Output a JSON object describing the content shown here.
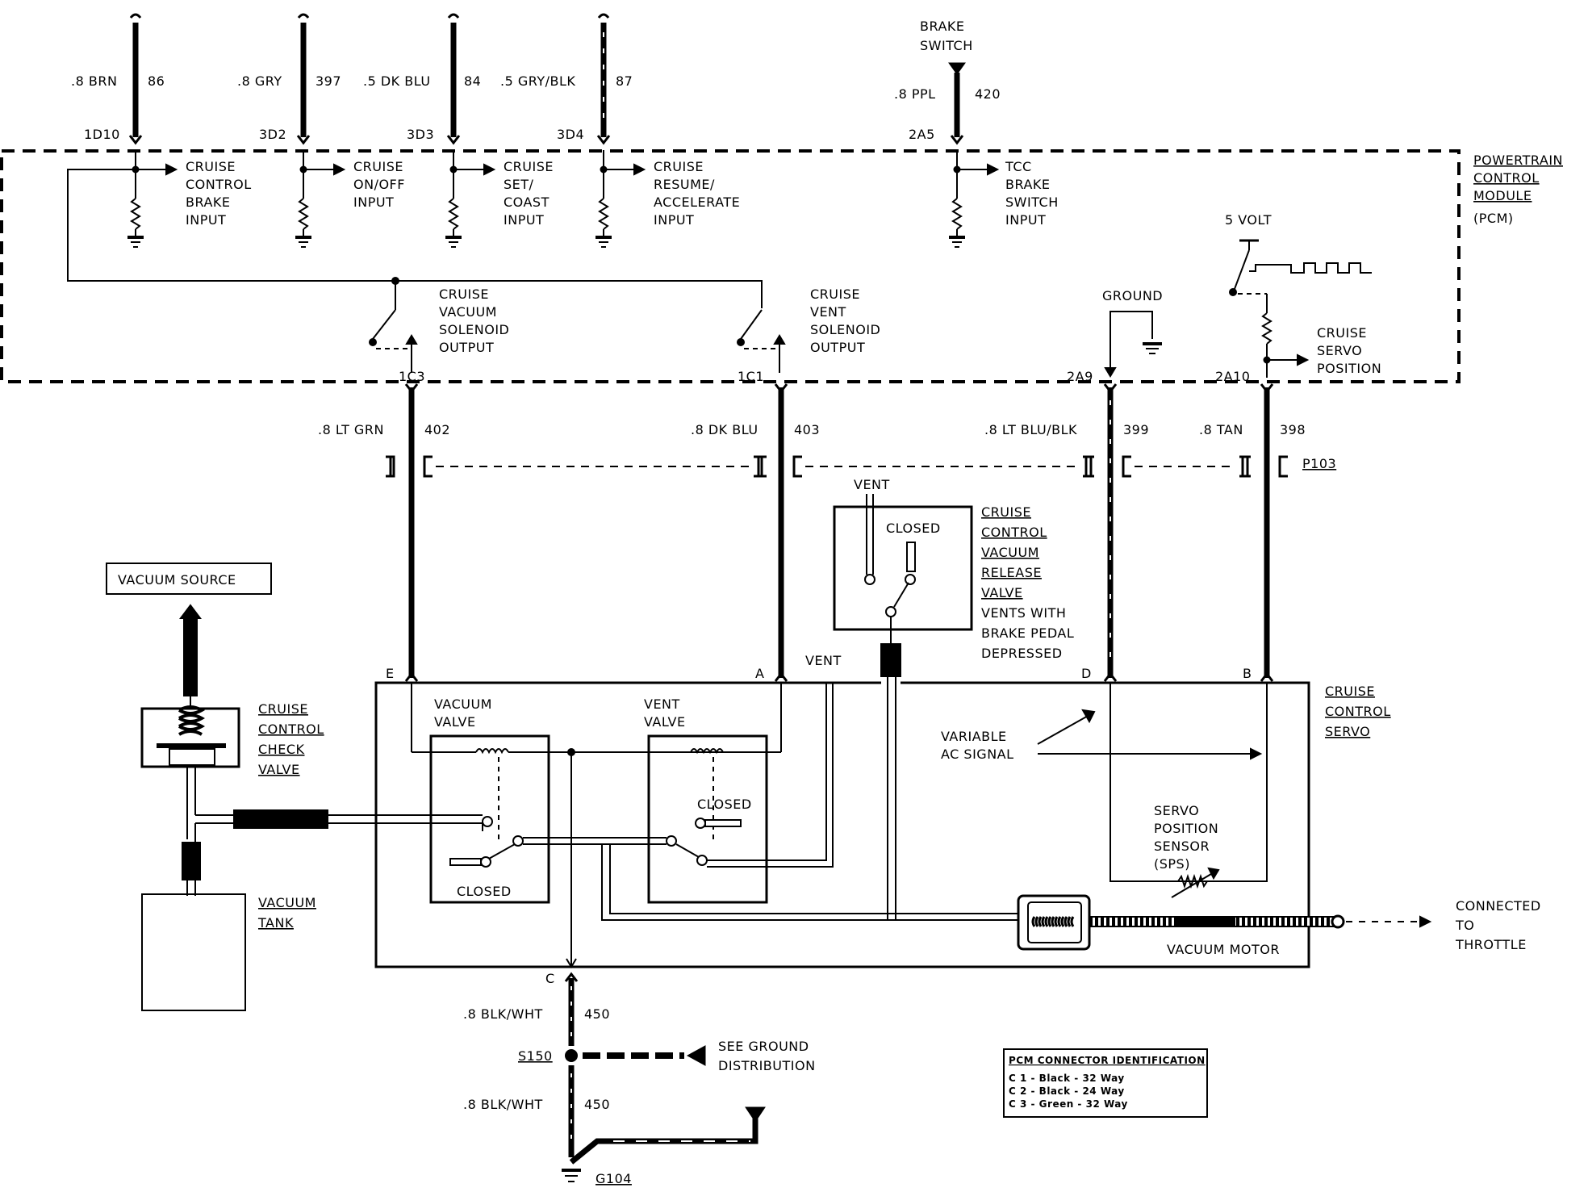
{
  "top_wires": [
    {
      "gauge": ".8 BRN",
      "circuit": "86",
      "pin": "1D10"
    },
    {
      "gauge": ".8 GRY",
      "circuit": "397",
      "pin": "3D2"
    },
    {
      "gauge": ".5 DK BLU",
      "circuit": "84",
      "pin": "3D3"
    },
    {
      "gauge": ".5 GRY/BLK",
      "circuit": "87",
      "pin": "3D4"
    },
    {
      "gauge": ".8 PPL",
      "circuit": "420",
      "pin": "2A5"
    }
  ],
  "brake_switch": [
    "BRAKE",
    "SWITCH"
  ],
  "pcm_inputs": [
    [
      "CRUISE",
      "CONTROL",
      "BRAKE",
      "INPUT"
    ],
    [
      "CRUISE",
      "ON/OFF",
      "INPUT"
    ],
    [
      "CRUISE",
      "SET/",
      "COAST",
      "INPUT"
    ],
    [
      "CRUISE",
      "RESUME/",
      "ACCELERATE",
      "INPUT"
    ],
    [
      "TCC",
      "BRAKE",
      "SWITCH",
      "INPUT"
    ]
  ],
  "pcm_label": [
    "POWERTRAIN",
    "CONTROL",
    "MODULE",
    "(PCM)"
  ],
  "five_volt": "5 VOLT",
  "ground_label": "GROUND",
  "cruise_servo_position": [
    "CRUISE",
    "SERVO",
    "POSITION"
  ],
  "vacuum_solenoid_output": [
    "CRUISE",
    "VACUUM",
    "SOLENOID",
    "OUTPUT"
  ],
  "vent_solenoid_output": [
    "CRUISE",
    "VENT",
    "SOLENOID",
    "OUTPUT"
  ],
  "bottom_wires": [
    {
      "gauge": ".8 LT GRN",
      "circuit": "402",
      "pin": "1C3",
      "servo_pin": "E"
    },
    {
      "gauge": ".8 DK BLU",
      "circuit": "403",
      "pin": "1C1",
      "servo_pin": "A"
    },
    {
      "gauge": ".8 LT BLU/BLK",
      "circuit": "399",
      "pin": "2A9",
      "servo_pin": "D"
    },
    {
      "gauge": ".8 TAN",
      "circuit": "398",
      "pin": "2A10",
      "servo_pin": "B"
    }
  ],
  "connector_p103": "P103",
  "vent_top": "VENT",
  "closed_label": "CLOSED",
  "release_valve": [
    "CRUISE",
    "CONTROL",
    "VACUUM",
    "RELEASE",
    "VALVE"
  ],
  "release_valve_note": [
    "VENTS WITH",
    "BRAKE PEDAL",
    "DEPRESSED"
  ],
  "vacuum_source": "VACUUM SOURCE",
  "check_valve": [
    "CRUISE",
    "CONTROL",
    "CHECK",
    "VALVE"
  ],
  "vacuum_tank": [
    "VACUUM",
    "TANK"
  ],
  "servo_label": [
    "CRUISE",
    "CONTROL",
    "SERVO"
  ],
  "vacuum_valve": [
    "VACUUM",
    "VALVE"
  ],
  "vent_valve": [
    "VENT",
    "VALVE"
  ],
  "vent_side": "VENT",
  "variable_ac": [
    "VARIABLE",
    "AC SIGNAL"
  ],
  "sps": [
    "SERVO",
    "POSITION",
    "SENSOR",
    "(SPS)"
  ],
  "vacuum_motor": "VACUUM MOTOR",
  "connected_throttle": [
    "CONNECTED",
    "TO",
    "THROTTLE"
  ],
  "ground_wire": {
    "pin": "C",
    "gauge": ".8 BLK/WHT",
    "circuit": "450",
    "splice": "S150",
    "ground": "G104"
  },
  "see_ground": [
    "SEE GROUND",
    "DISTRIBUTION"
  ],
  "pcm_connector_id": {
    "title": "PCM CONNECTOR IDENTIFICATION",
    "rows": [
      "C 1 - Black - 32 Way",
      "C 2 - Black - 24 Way",
      "C 3 - Green  - 32 Way"
    ]
  }
}
